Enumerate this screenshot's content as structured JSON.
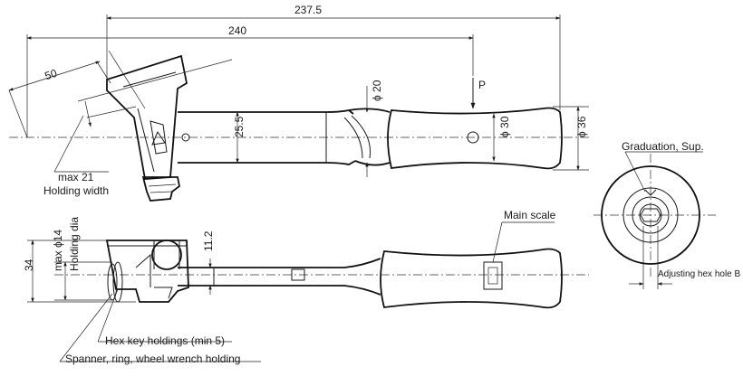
{
  "dimensions": {
    "total_length": "237.5",
    "length_to_load": "240",
    "head_offset": "50",
    "head_width": "ϕ 20",
    "head_height": "25.5",
    "grip_dia": "ϕ 30",
    "max_dia": "ϕ 36",
    "holder_height": "11.2",
    "overall_height": "34"
  },
  "labels": {
    "load_point": "P",
    "max_holding_width": "max 21",
    "holding_width": "Holding width",
    "graduation": "Graduation, Sup.",
    "main_scale": "Main scale",
    "max_holding_dia": "max ϕ14",
    "holding_dia": "Holding dia",
    "hex_key_holdings": "Hex key holdings (min 5)",
    "spanner_holding": "Spanner, ring, wheel wrench holding",
    "adjusting_hex_hole": "Adjusting hex hole B"
  }
}
